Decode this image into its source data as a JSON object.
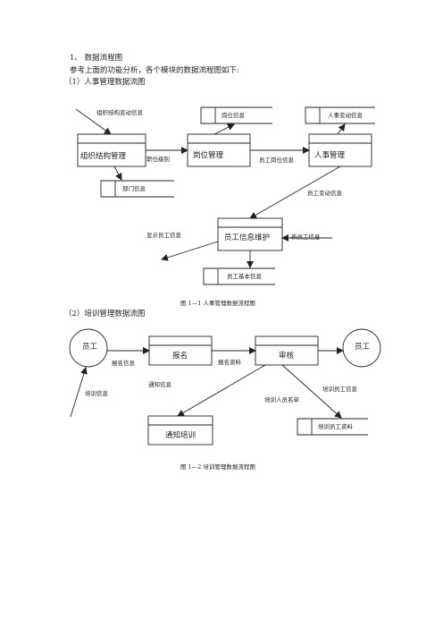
{
  "heading": "1、 数据流程图",
  "intro": "参考上面的功能分析，各个模块的数据流程图如下:",
  "section1": {
    "title": "（1）人事管理数据流图",
    "caption": "图 1—1  人事管理数据流程图",
    "processes": {
      "org": "组织结构管理",
      "post": "岗位管理",
      "personnel": "人事管理",
      "staff_info": "员工信息维护"
    },
    "stores": {
      "post_info": "岗位信息",
      "change_info": "人事变动信息",
      "dept_info": "部门信息",
      "staff_basic": "员工基本信息"
    },
    "flows": {
      "org_change": "组织结构变动信息",
      "post_level": "职位级别",
      "staff_post": "员工岗位信息",
      "staff_change": "员工变动信息",
      "show_staff": "显示员工信息",
      "new_staff": "新员工信息"
    }
  },
  "section2": {
    "title": "（2）培训管理数据流图",
    "caption": "图 1—2  培训管理数据流程图",
    "entities": {
      "employee_left": "员工",
      "employee_right": "员工"
    },
    "processes": {
      "signup": "报名",
      "review": "审核",
      "notify": "通知培训"
    },
    "stores": {
      "training_staff": "培训员工资料"
    },
    "flows": {
      "signup_info": "报名信息",
      "signup_data": "报名资料",
      "notice_info": "通知信息",
      "training_info": "培训信息",
      "trainee_list": "培训人员名单",
      "training_staff_info": "培训员工信息"
    }
  }
}
